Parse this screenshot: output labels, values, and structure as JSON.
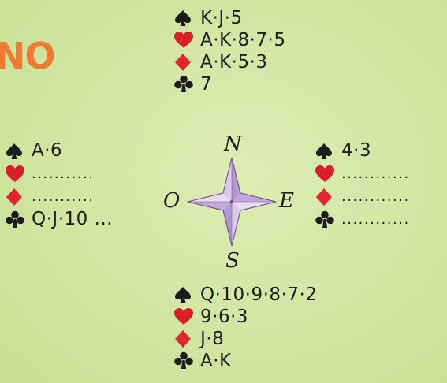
{
  "corner_title": "NO",
  "colors": {
    "heart": "#d81f2a",
    "diamond": "#e0262e",
    "black": "#1c1c1c",
    "title": "#ee7a34"
  },
  "compass": {
    "n": "N",
    "s": "S",
    "e": "E",
    "w": "O"
  },
  "hands": {
    "north": {
      "spades": "K·J·5",
      "hearts": "A·K·8·7·5",
      "diamonds": "A·K·5·3",
      "clubs": "7"
    },
    "west": {
      "spades": "A·6",
      "hearts": "...........",
      "diamonds": "...........",
      "clubs": "Q·J·10 ..."
    },
    "east": {
      "spades": "4·3",
      "hearts": "............",
      "diamonds": "............",
      "clubs": "............"
    },
    "south": {
      "spades": "Q·10·9·8·7·2",
      "hearts": "9·6·3",
      "diamonds": "J·8",
      "clubs": "A·K"
    }
  }
}
